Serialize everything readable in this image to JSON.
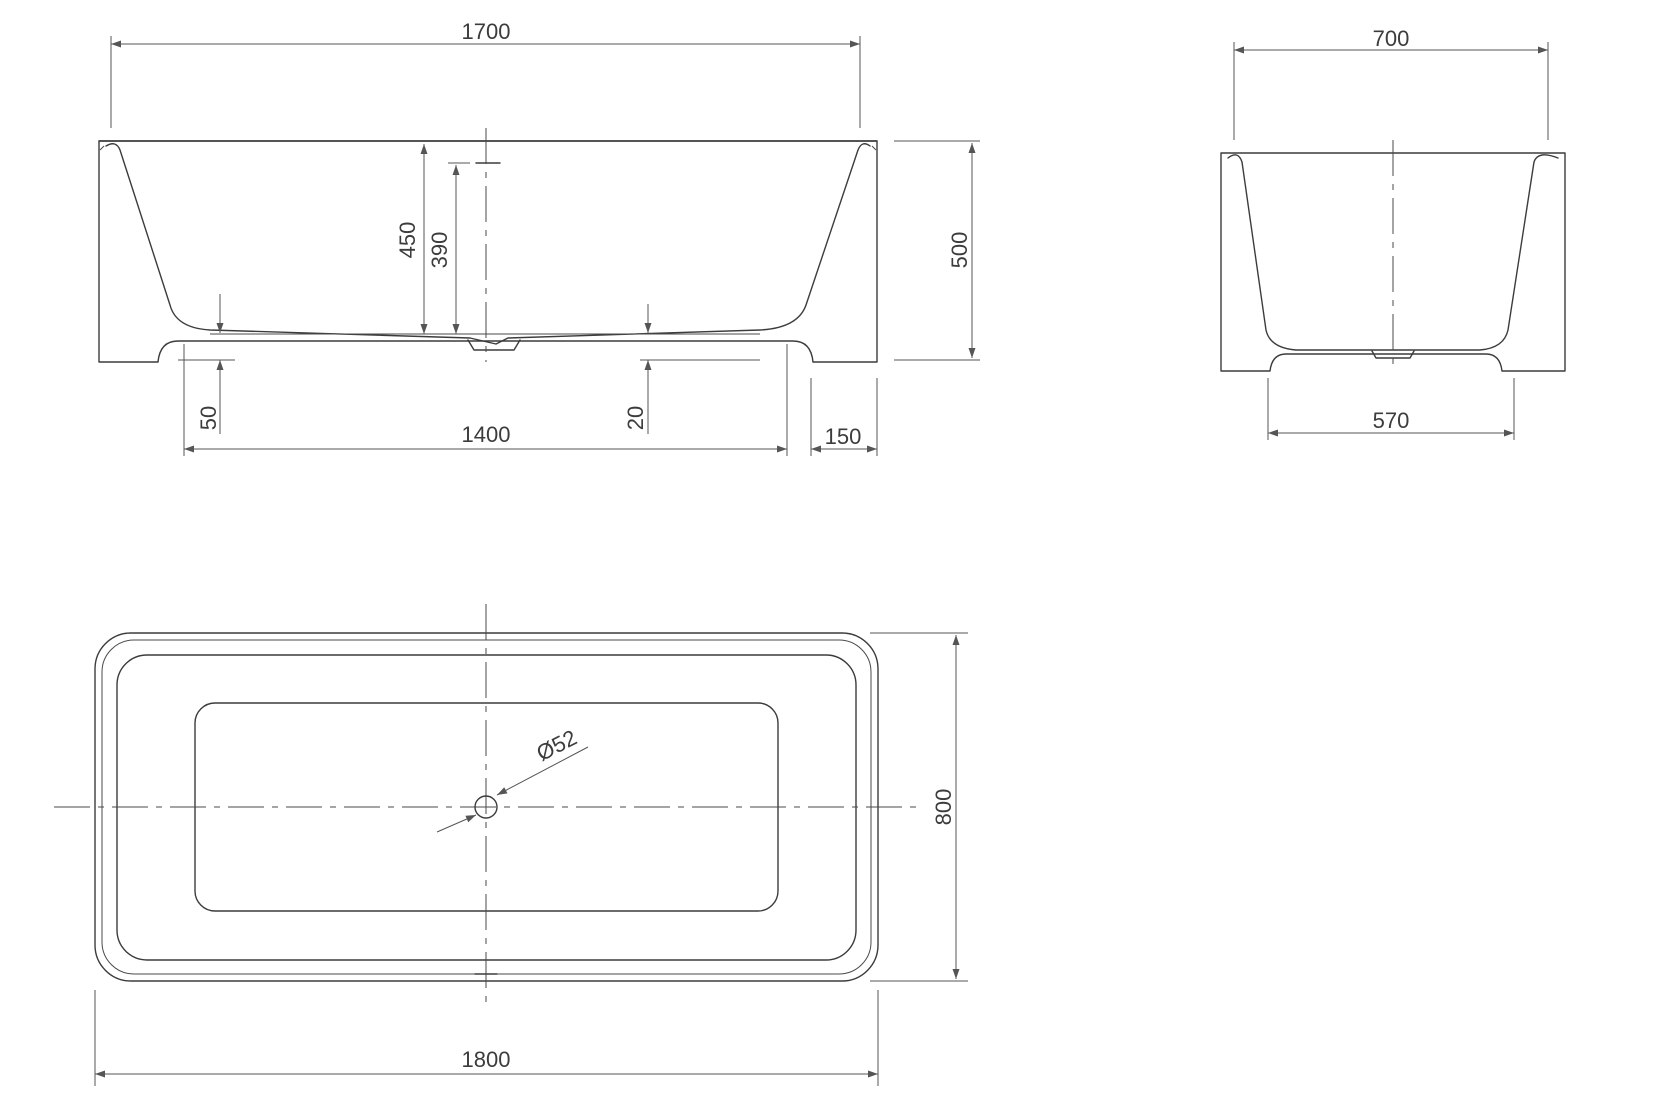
{
  "dimensions": {
    "front_length_top": "1700",
    "front_depth_inner": "450",
    "front_depth_overflow": "390",
    "front_height": "500",
    "front_base_gap": "50",
    "front_base_slope": "20",
    "front_base_length": "1400",
    "front_end_offset": "150",
    "side_width_top": "700",
    "side_width_base": "570",
    "plan_length": "1800",
    "plan_width": "800",
    "plan_drain": "Ø52"
  },
  "colors": {
    "line": "#3c3c3c",
    "background": "#ffffff"
  }
}
